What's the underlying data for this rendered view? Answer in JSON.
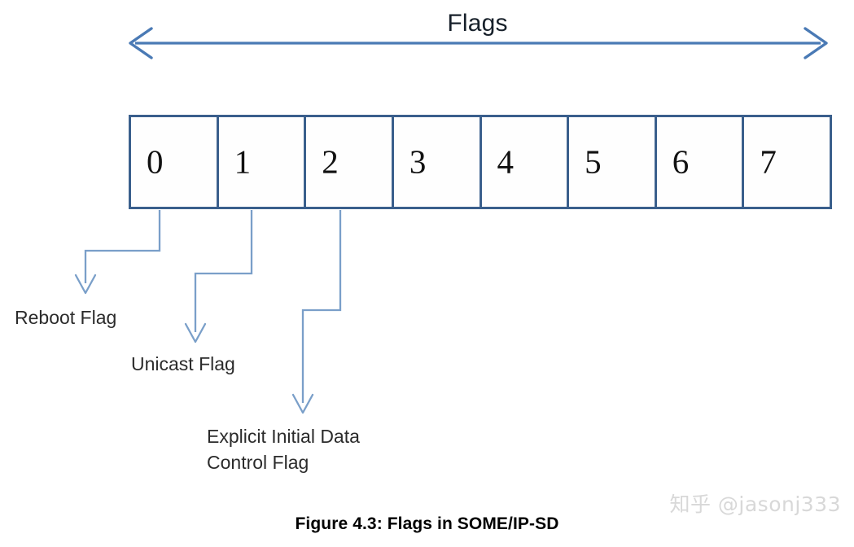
{
  "figure": {
    "span_title": "Flags",
    "caption": "Figure 4.3: Flags in SOME/IP-SD",
    "watermark": "知乎 @jasonj333"
  },
  "colors": {
    "box_border": "#3a5f8c",
    "span_arrow": "#4a7ab5",
    "leader_line": "#7a9fc9",
    "text": "#2b2b2b",
    "watermark": "#d8d8d8",
    "background": "#ffffff"
  },
  "bitfield": {
    "bit_count": 8,
    "cells": [
      {
        "index": "0"
      },
      {
        "index": "1"
      },
      {
        "index": "2"
      },
      {
        "index": "3"
      },
      {
        "index": "4"
      },
      {
        "index": "5"
      },
      {
        "index": "6"
      },
      {
        "index": "7"
      }
    ]
  },
  "callouts": [
    {
      "bit": "0",
      "label": "Reboot Flag"
    },
    {
      "bit": "1",
      "label": "Unicast Flag"
    },
    {
      "bit": "2",
      "label": "Explicit Initial Data\nControl Flag"
    }
  ],
  "chart_data": {
    "type": "diagram",
    "title": "Figure 4.3: Flags in SOME/IP-SD",
    "span_label": "Flags",
    "categories": [
      "0",
      "1",
      "2",
      "3",
      "4",
      "5",
      "6",
      "7"
    ],
    "annotations": [
      {
        "target_bit": "0",
        "text": "Reboot Flag"
      },
      {
        "target_bit": "1",
        "text": "Unicast Flag"
      },
      {
        "target_bit": "2",
        "text": "Explicit Initial Data Control Flag"
      },
      {
        "target_bit": "3",
        "text": ""
      },
      {
        "target_bit": "4",
        "text": ""
      },
      {
        "target_bit": "5",
        "text": ""
      },
      {
        "target_bit": "6",
        "text": ""
      },
      {
        "target_bit": "7",
        "text": ""
      }
    ]
  }
}
